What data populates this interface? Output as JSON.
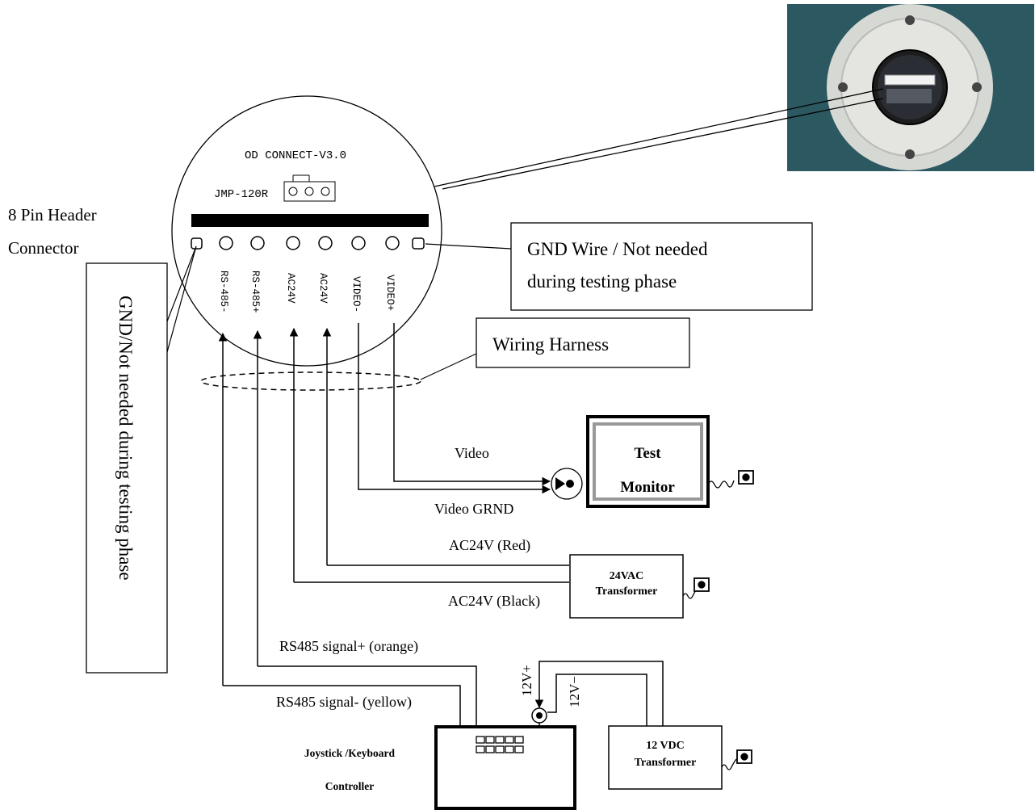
{
  "connector": {
    "title": "OD CONNECT-V3.0",
    "jumper": "JMP-120R",
    "pins": [
      "RS-485-",
      "RS-485+",
      "AC24V",
      "AC24V",
      "VIDEO-",
      "VIDEO+"
    ]
  },
  "labels": {
    "pin_header_line1": "8 Pin Header",
    "pin_header_line2": "Connector",
    "gnd_box_line1": "GND Wire / Not needed",
    "gnd_box_line2": "during testing phase",
    "wiring_harness": "Wiring Harness",
    "gnd_vertical": "GND/Not needed during testing phase",
    "video": "Video",
    "video_grnd": "Video GRND",
    "ac24v_red": "AC24V (Red)",
    "ac24v_black": "AC24V (Black)",
    "rs485_plus": "RS485 signal+ (orange)",
    "rs485_minus": "RS485 signal- (yellow)",
    "v12_plus": "12V+",
    "v12_minus": "12V−"
  },
  "devices": {
    "monitor_line1": "Test",
    "monitor_line2": "Monitor",
    "tr24_line1": "24VAC",
    "tr24_line2": "Transformer",
    "tr12_line1": "12 VDC",
    "tr12_line2": "Transformer",
    "joystick_line1": "Joystick /Keyboard",
    "joystick_line2": "Controller"
  },
  "photo": {
    "background": "#2c5961",
    "housing": "#d6d8d4"
  }
}
